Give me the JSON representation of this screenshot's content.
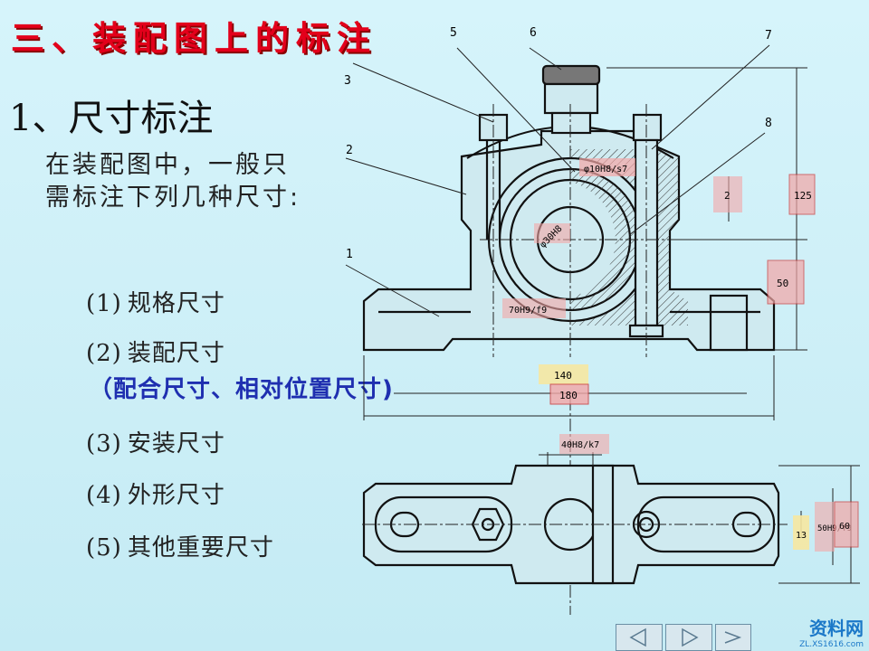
{
  "slide": {
    "title": "三、装配图上的标注",
    "subtitle": "1、尺寸标注",
    "intro": "在装配图中，一般只需标注下列几种尺寸:",
    "items": [
      {
        "num": "(1)",
        "label": "规格尺寸"
      },
      {
        "num": "(2)",
        "label": "装配尺寸"
      },
      {
        "num": "(3)",
        "label": "安装尺寸"
      },
      {
        "num": "(4)",
        "label": "外形尺寸"
      },
      {
        "num": "(5)",
        "label": "其他重要尺寸"
      }
    ],
    "note": "（配合尺寸、相对位置尺寸)"
  },
  "drawing": {
    "part_numbers": [
      "1",
      "2",
      "3",
      "5",
      "6",
      "7",
      "8"
    ],
    "dimensions": {
      "fit_top": "φ10H8/s7",
      "bore": "φ30H8",
      "fit_housing": "70H9/f9",
      "gap": "2",
      "height_total": "125",
      "center_height": "50",
      "mount_span": "140",
      "length_total": "180",
      "plan_fit": "40H8/k7",
      "plan_small": "13",
      "plan_fit2": "50H9/f9",
      "width_total": "60"
    }
  },
  "watermark": {
    "brand": "资料网",
    "url": "ZL.XS1616.com"
  },
  "colors": {
    "title": "#e3001b",
    "note": "#1f2fb0",
    "background": "#cdeff7",
    "highlight_red": "#f3a6a6",
    "highlight_yellow": "#f6e7a1"
  }
}
